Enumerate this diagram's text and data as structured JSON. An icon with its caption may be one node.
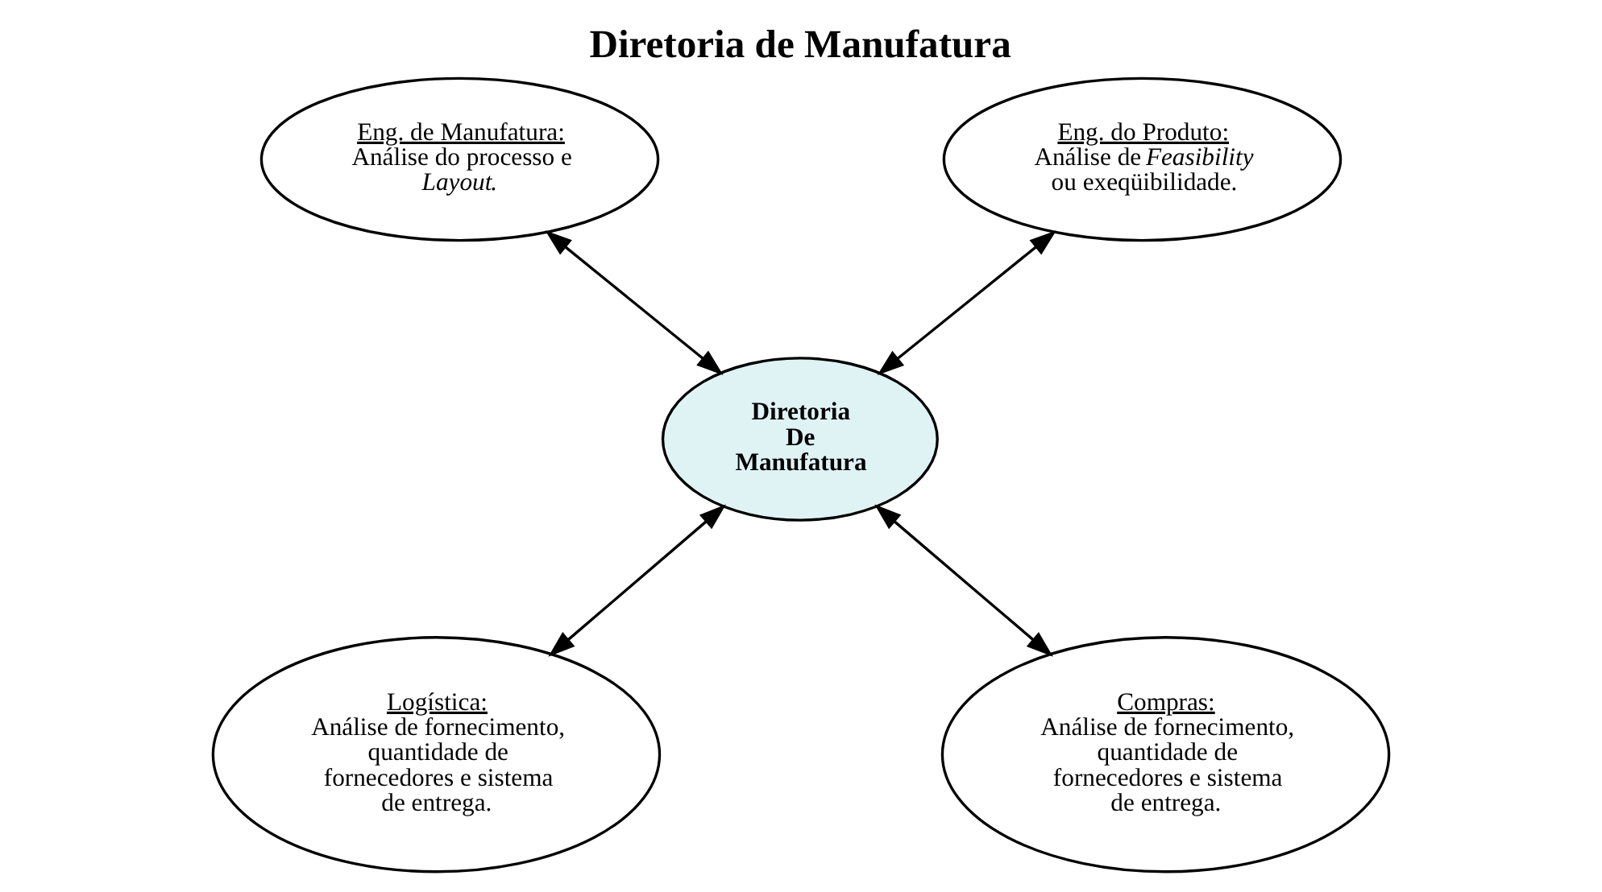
{
  "diagram": {
    "title": "Diretoria de Manufatura",
    "nodes": [
      {
        "text": [
          "Eng. de Manufatura:",
          "Análise do processo e *Layout*."
        ]
      },
      {
        "text": [
          "Eng. do Produto:",
          "Análise de *Feasibility* ou exeqüibilidade."
        ]
      },
      {
        "text": [
          "Diretoria De Manufatura"
        ]
      },
      {
        "text": [
          "Logística:",
          "Análise de fornecimento, quantidade de fornecedores e sistema de entrega."
        ]
      },
      {
        "text": [
          "Compras:",
          "Análise de fornecimento, quantidade de fornecedores e sistema de entrega."
        ]
      }
    ],
    "edges": [
      {
        "from": 0,
        "to": 2,
        "arrow": "both"
      },
      {
        "from": 1,
        "to": 2,
        "arrow": "both"
      },
      {
        "from": 2,
        "to": 3,
        "arrow": "both"
      },
      {
        "from": 2,
        "to": 4,
        "arrow": "both"
      }
    ]
  }
}
